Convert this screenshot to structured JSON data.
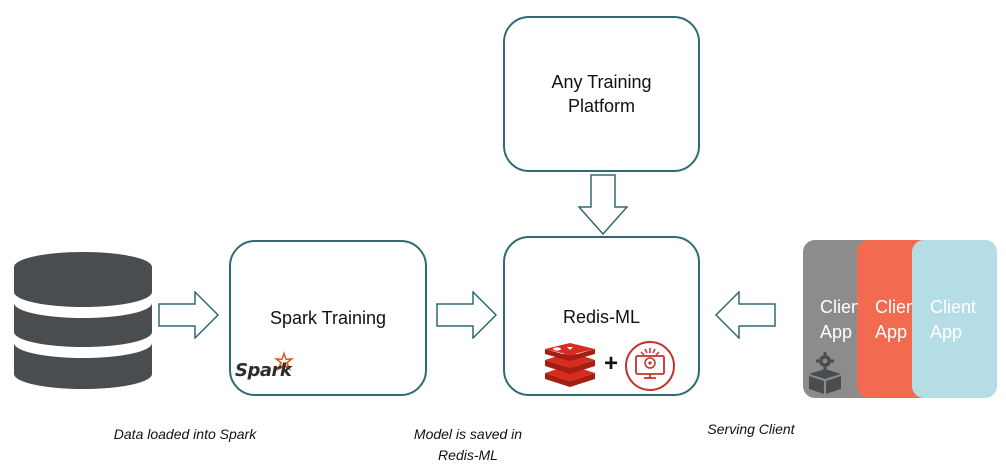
{
  "nodes": {
    "any_training": "Any Training Platform",
    "spark_training": "Spark Training",
    "redis_ml": "Redis-ML"
  },
  "captions": {
    "data_loaded": "Data loaded into Spark",
    "model_saved": "Model is saved in Redis-ML",
    "serving": "Serving Client"
  },
  "clients": [
    {
      "label": "Client App",
      "color": "#8c8c8c"
    },
    {
      "label": "Client App",
      "color": "#f26b50"
    },
    {
      "label": "Client App",
      "color": "#b5dde6"
    }
  ],
  "logos": {
    "spark": "Spark",
    "plus": "+"
  },
  "colors": {
    "border": "#2f6b73",
    "database": "#4a4d50",
    "redis_red": "#c6302b",
    "arrow_stroke": "#2f6b73"
  }
}
